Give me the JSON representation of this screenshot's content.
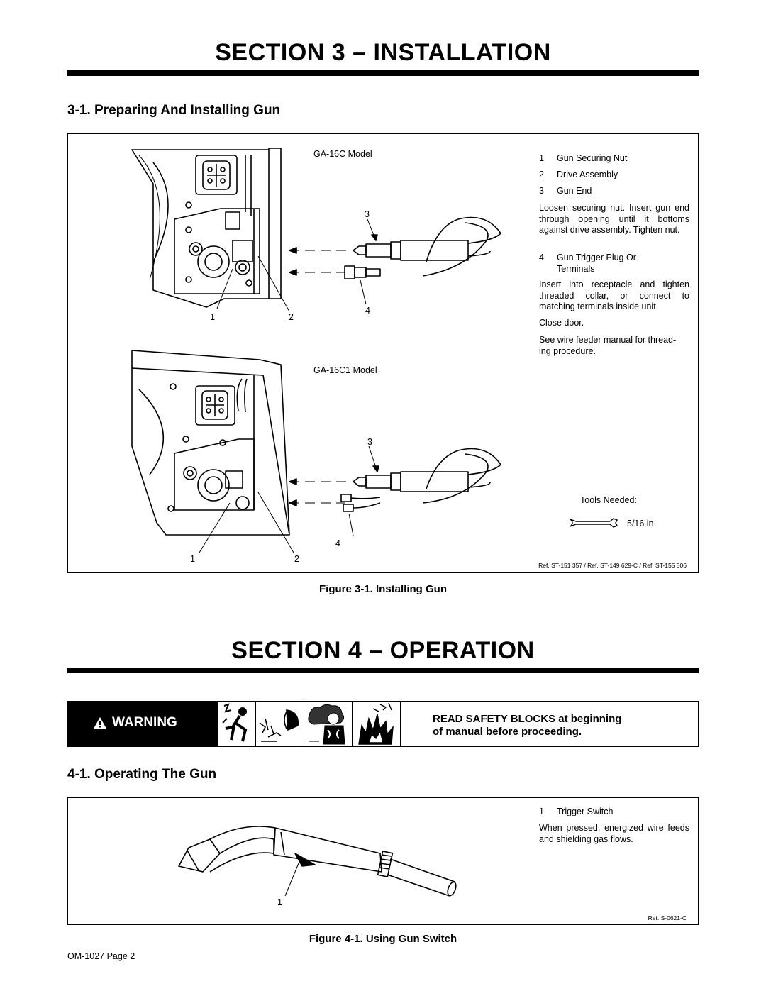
{
  "section3": {
    "title": "SECTION 3 – INSTALLATION",
    "subsection_title": "3-1.   Preparing And Installing Gun",
    "figure": {
      "model_top": "GA-16C Model",
      "model_bottom": "GA-16C1 Model",
      "callouts_top": [
        "3",
        "1",
        "2",
        "4"
      ],
      "callouts_bottom": [
        "3",
        "1",
        "2",
        "4"
      ],
      "items": [
        {
          "num": "1",
          "label": "Gun Securing Nut"
        },
        {
          "num": "2",
          "label": "Drive Assembly"
        },
        {
          "num": "3",
          "label": "Gun End"
        }
      ],
      "para_1": "Loosen securing nut. Insert gun end through opening until it bottoms against drive assembly. Tighten nut.",
      "item_4": {
        "num": "4",
        "label": "Gun Trigger Plug Or Terminals"
      },
      "para_2": "Insert into receptacle and tighten threaded collar, or connect to matching terminals inside unit.",
      "para_3": "Close door.",
      "para_4": "See wire feeder manual for thread- ing procedure.",
      "tools_label": "Tools Needed:",
      "tool_size": "5/16 in",
      "ref": "Ref. ST-151 357 / Ref. ST-149 629-C / Ref. ST-155 506"
    },
    "caption": "Figure 3-1. Installing Gun"
  },
  "section4": {
    "title": "SECTION 4 – OPERATION",
    "warning": {
      "label": "WARNING",
      "text_line1": "READ SAFETY BLOCKS at beginning",
      "text_line2": "of manual before proceeding."
    },
    "subsection_title": "4-1.   Operating The Gun",
    "figure": {
      "item": {
        "num": "1",
        "label": "Trigger Switch"
      },
      "para": "When pressed, energized wire feeds and shielding gas flows.",
      "callout": "1",
      "ref": "Ref. S-0621-C"
    },
    "caption": "Figure 4-1. Using Gun Switch"
  },
  "footer": {
    "page": "OM-1027 Page 2"
  },
  "icons": [
    "warning-triangle-icon",
    "electric-shock-icon",
    "arc-rays-icon",
    "fumes-icon",
    "fire-icon",
    "wrench-icon"
  ]
}
